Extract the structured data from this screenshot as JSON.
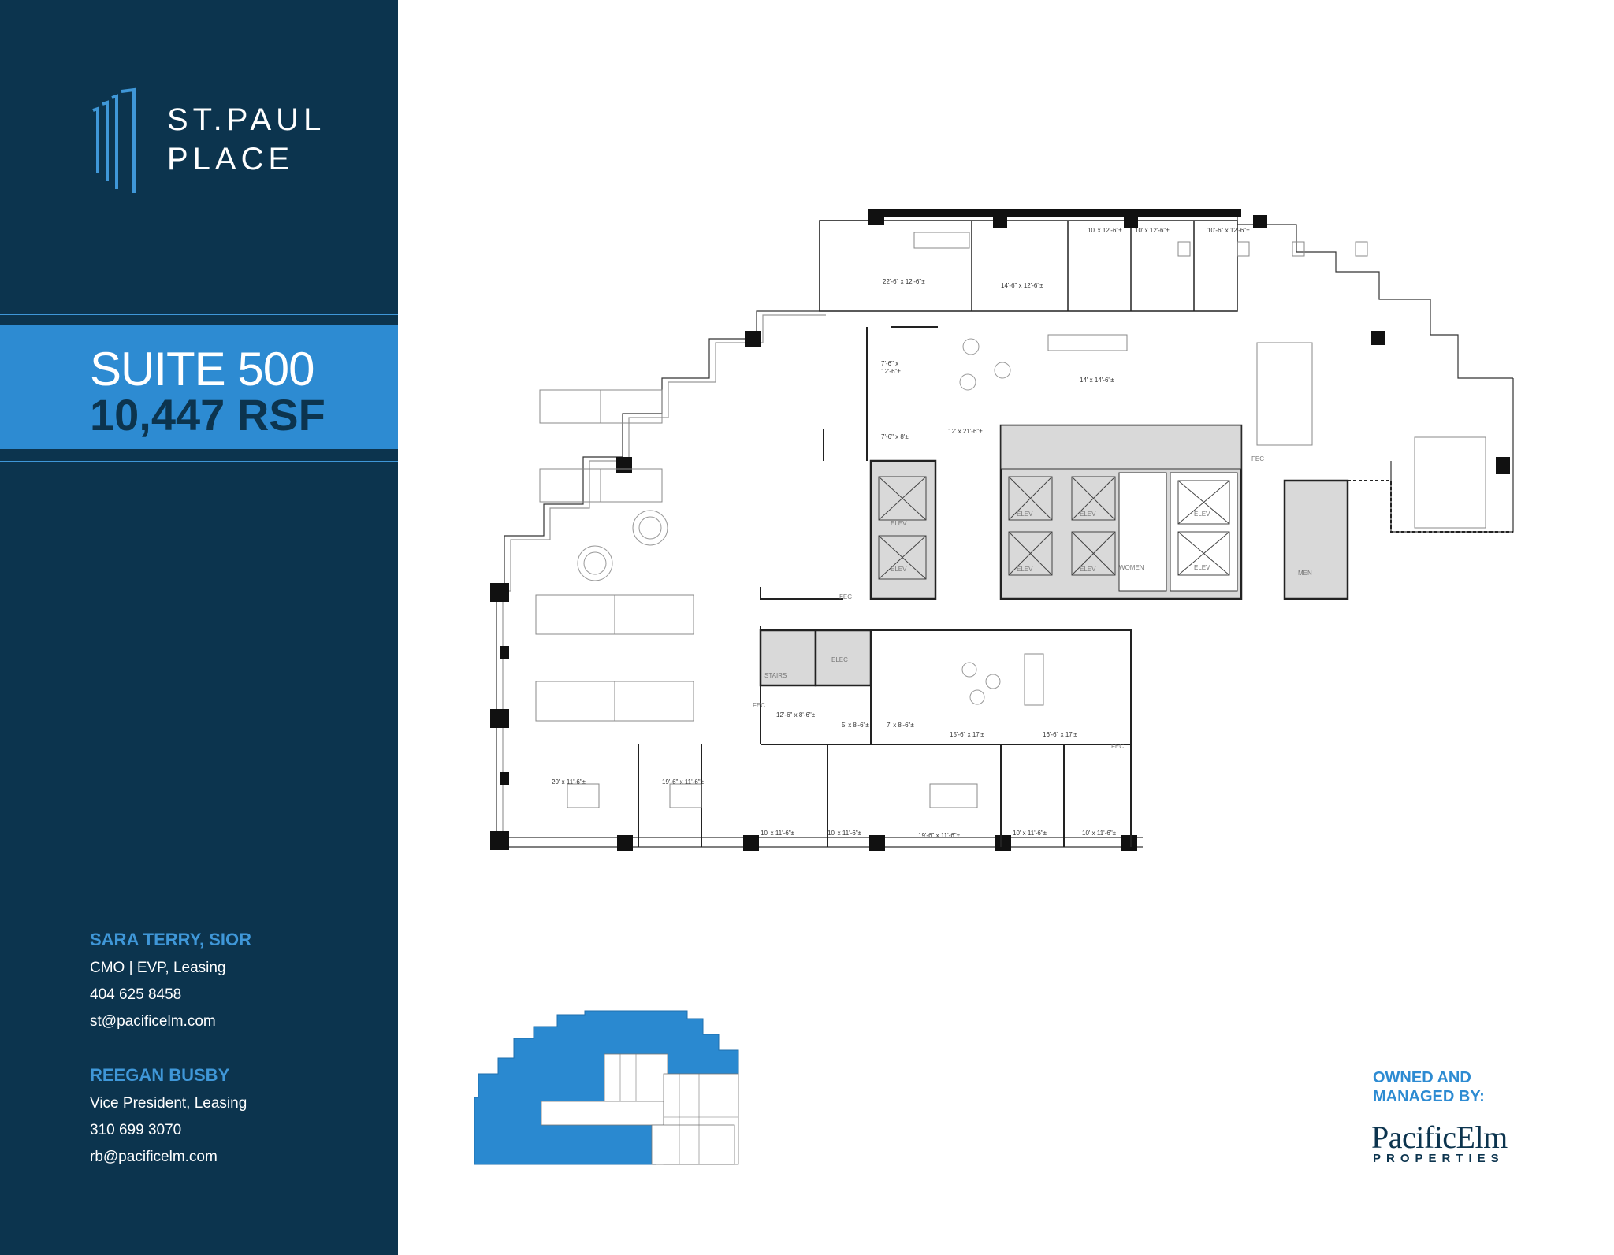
{
  "branding": {
    "logo_line1": "ST.PAUL",
    "logo_line2": "PLACE"
  },
  "suite": {
    "name": "SUITE 500",
    "area": "10,447 RSF"
  },
  "contacts": [
    {
      "name": "SARA TERRY, SIOR",
      "title": "CMO | EVP, Leasing",
      "phone": "404 625 8458",
      "email": "st@pacificelm.com"
    },
    {
      "name": "REEGAN BUSBY",
      "title": "Vice President, Leasing",
      "phone": "310 699 3070",
      "email": "rb@pacificelm.com"
    }
  ],
  "owner": {
    "label_line1": "OWNED AND",
    "label_line2": "MANAGED BY:",
    "brand_name": "PacificElm",
    "brand_sub": "PROPERTIES"
  },
  "floorplan": {
    "room_labels": {
      "elev": "ELEV",
      "women": "WOMEN",
      "men": "MEN",
      "stairs": "STAIRS",
      "elec": "ELEC",
      "fec": "FEC"
    },
    "dimensions": {
      "top_conf": "22'-6\" x 12'-6\"±",
      "top_office_1": "14'-6\" x 12'-6\"±",
      "top_office_2": "10' x 12'-6\"±",
      "top_office_3": "10' x 12'-6\"±",
      "top_office_4": "10'-6\" x 12'-6\"±",
      "storage_1a": "7'-6\" x",
      "storage_1b": "12'-6\"±",
      "storage_2": "7'-6\" x 8'±",
      "corridor": "12' x 21'-6\"±",
      "lounge": "14' x 14'-6\"±",
      "room_a": "12'-6\" x 8'-6\"±",
      "room_b": "5' x 8'-6\"±",
      "room_c": "7' x 8'-6\"±",
      "break_1": "15'-6\" x 17'±",
      "break_2": "16'-6\" x 17'±",
      "bottom_1": "20' x 11'-6\"±",
      "bottom_2": "19'-6\" x 11'-6\"±",
      "bottom_3": "10' x 11'-6\"±",
      "bottom_4": "10' x 11'-6\"±",
      "bottom_5": "19'-6\" x 11'-6\"±",
      "bottom_6": "10' x 11'-6\"±",
      "bottom_7": "10' x 11'-6\"±"
    }
  },
  "colors": {
    "sidebar": "#0c344e",
    "accent": "#2d8bd2",
    "highlight": "#3f97d8",
    "core_fill": "#d9d9d9",
    "keyplan_fill": "#2a89d0"
  }
}
